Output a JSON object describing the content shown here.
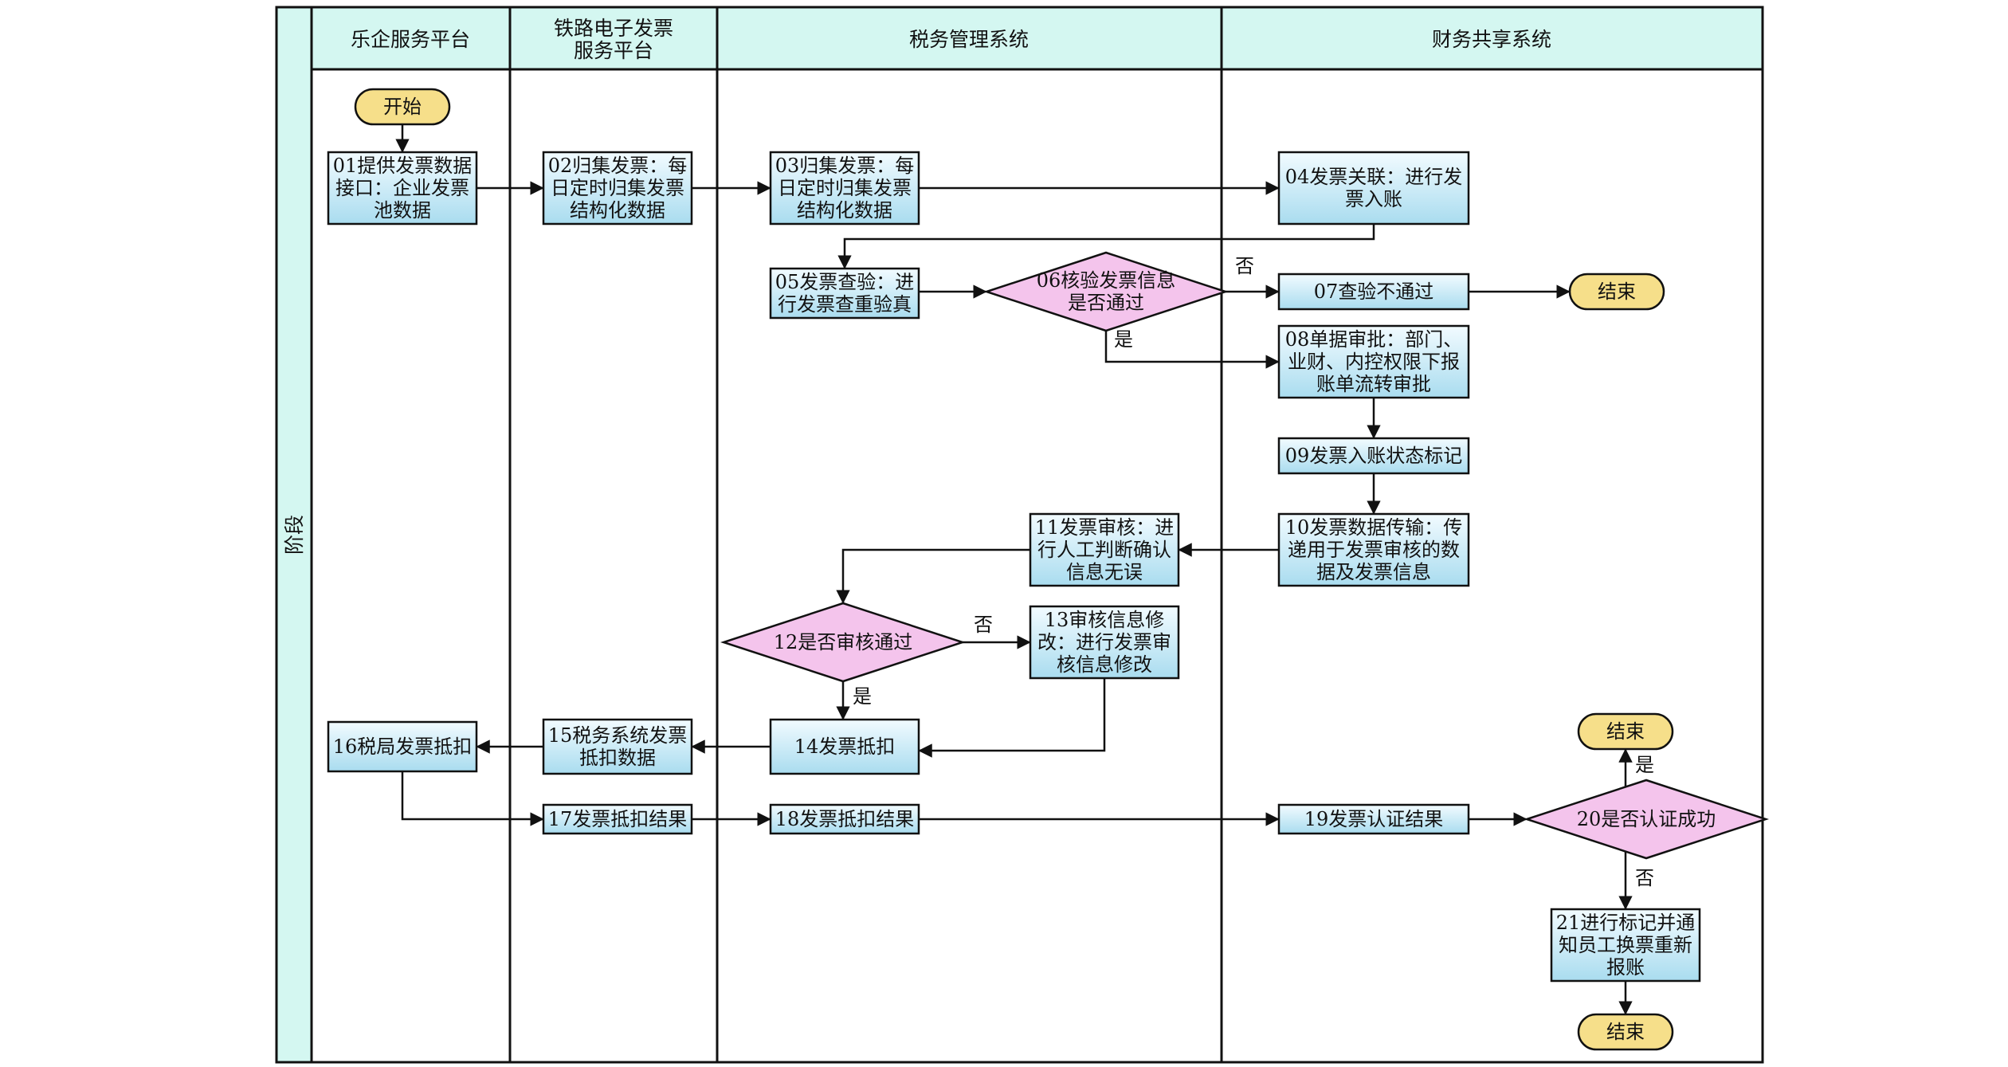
{
  "stage_label": "阶段",
  "lanes": [
    {
      "id": "lane1",
      "title": [
        "乐企服务平台"
      ]
    },
    {
      "id": "lane2",
      "title": [
        "铁路电子发票",
        "服务平台"
      ]
    },
    {
      "id": "lane3",
      "title": [
        "税务管理系统"
      ]
    },
    {
      "id": "lane4",
      "title": [
        "财务共享系统"
      ]
    }
  ],
  "nodes": [
    {
      "id": "start",
      "type": "terminal",
      "lines": [
        "开始"
      ]
    },
    {
      "id": "n01",
      "type": "process",
      "lines": [
        "01提供发票数据",
        "接口：企业发票",
        "池数据"
      ]
    },
    {
      "id": "n02",
      "type": "process",
      "lines": [
        "02归集发票：每",
        "日定时归集发票",
        "结构化数据"
      ]
    },
    {
      "id": "n03",
      "type": "process",
      "lines": [
        "03归集发票：每",
        "日定时归集发票",
        "结构化数据"
      ]
    },
    {
      "id": "n04",
      "type": "process",
      "lines": [
        "04发票关联：进行发",
        "票入账"
      ]
    },
    {
      "id": "n05",
      "type": "process",
      "lines": [
        "05发票查验：进",
        "行发票查重验真"
      ]
    },
    {
      "id": "n06",
      "type": "decision",
      "lines": [
        "06核验发票信息",
        "是否通过"
      ]
    },
    {
      "id": "n07",
      "type": "process",
      "lines": [
        "07查验不通过"
      ]
    },
    {
      "id": "end1",
      "type": "terminal",
      "lines": [
        "结束"
      ]
    },
    {
      "id": "n08",
      "type": "process",
      "lines": [
        "08单据审批：部门、",
        "业财、内控权限下报",
        "账单流转审批"
      ]
    },
    {
      "id": "n09",
      "type": "process",
      "lines": [
        "09发票入账状态标记"
      ]
    },
    {
      "id": "n10",
      "type": "process",
      "lines": [
        "10发票数据传输：传",
        "递用于发票审核的数",
        "据及发票信息"
      ]
    },
    {
      "id": "n11",
      "type": "process",
      "lines": [
        "11发票审核：进",
        "行人工判断确认",
        "信息无误"
      ]
    },
    {
      "id": "n12",
      "type": "decision",
      "lines": [
        "12是否审核通过"
      ]
    },
    {
      "id": "n13",
      "type": "process",
      "lines": [
        "13审核信息修",
        "改：进行发票审",
        "核信息修改"
      ]
    },
    {
      "id": "n14",
      "type": "process",
      "lines": [
        "14发票抵扣"
      ]
    },
    {
      "id": "n15",
      "type": "process",
      "lines": [
        "15税务系统发票",
        "抵扣数据"
      ]
    },
    {
      "id": "n16",
      "type": "process",
      "lines": [
        "16税局发票抵扣"
      ]
    },
    {
      "id": "n17",
      "type": "process",
      "lines": [
        "17发票抵扣结果"
      ]
    },
    {
      "id": "n18",
      "type": "process",
      "lines": [
        "18发票抵扣结果"
      ]
    },
    {
      "id": "n19",
      "type": "process",
      "lines": [
        "19发票认证结果"
      ]
    },
    {
      "id": "n20",
      "type": "decision",
      "lines": [
        "20是否认证成功"
      ]
    },
    {
      "id": "end2",
      "type": "terminal",
      "lines": [
        "结束"
      ]
    },
    {
      "id": "n21",
      "type": "process",
      "lines": [
        "21进行标记并通",
        "知员工换票重新",
        "报账"
      ]
    },
    {
      "id": "end3",
      "type": "terminal",
      "lines": [
        "结束"
      ]
    }
  ],
  "edges": [
    {
      "id": "e-start-01",
      "from": "start",
      "to": "n01",
      "label": ""
    },
    {
      "id": "e-01-02",
      "from": "n01",
      "to": "n02",
      "label": ""
    },
    {
      "id": "e-02-03",
      "from": "n02",
      "to": "n03",
      "label": ""
    },
    {
      "id": "e-03-04",
      "from": "n03",
      "to": "n04",
      "label": ""
    },
    {
      "id": "e-04-05",
      "from": "n04",
      "to": "n05",
      "label": ""
    },
    {
      "id": "e-05-06",
      "from": "n05",
      "to": "n06",
      "label": ""
    },
    {
      "id": "e-06-07",
      "from": "n06",
      "to": "n07",
      "label": "否"
    },
    {
      "id": "e-07-end1",
      "from": "n07",
      "to": "end1",
      "label": ""
    },
    {
      "id": "e-06-08",
      "from": "n06",
      "to": "n08",
      "label": "是"
    },
    {
      "id": "e-08-09",
      "from": "n08",
      "to": "n09",
      "label": ""
    },
    {
      "id": "e-09-10",
      "from": "n09",
      "to": "n10",
      "label": ""
    },
    {
      "id": "e-10-11",
      "from": "n10",
      "to": "n11",
      "label": ""
    },
    {
      "id": "e-11-12",
      "from": "n11",
      "to": "n12",
      "label": ""
    },
    {
      "id": "e-12-13",
      "from": "n12",
      "to": "n13",
      "label": "否"
    },
    {
      "id": "e-12-14",
      "from": "n12",
      "to": "n14",
      "label": "是"
    },
    {
      "id": "e-13-14",
      "from": "n13",
      "to": "n14",
      "label": ""
    },
    {
      "id": "e-14-15",
      "from": "n14",
      "to": "n15",
      "label": ""
    },
    {
      "id": "e-15-16",
      "from": "n15",
      "to": "n16",
      "label": ""
    },
    {
      "id": "e-16-17",
      "from": "n16",
      "to": "n17",
      "label": ""
    },
    {
      "id": "e-17-18",
      "from": "n17",
      "to": "n18",
      "label": ""
    },
    {
      "id": "e-18-19",
      "from": "n18",
      "to": "n19",
      "label": ""
    },
    {
      "id": "e-19-20",
      "from": "n19",
      "to": "n20",
      "label": ""
    },
    {
      "id": "e-20-end2",
      "from": "n20",
      "to": "end2",
      "label": "是"
    },
    {
      "id": "e-20-21",
      "from": "n20",
      "to": "n21",
      "label": "否"
    },
    {
      "id": "e-21-end3",
      "from": "n21",
      "to": "end3",
      "label": ""
    }
  ],
  "colors": {
    "header_fill": "#d4f7f1",
    "stage_fill": "#d4f7f1",
    "terminal_fill": "#f6df8a",
    "process_fill_top": "#f2fbff",
    "process_fill_bottom": "#a9dcef",
    "decision_fill": "#f4c4ec",
    "line": "#111111"
  }
}
